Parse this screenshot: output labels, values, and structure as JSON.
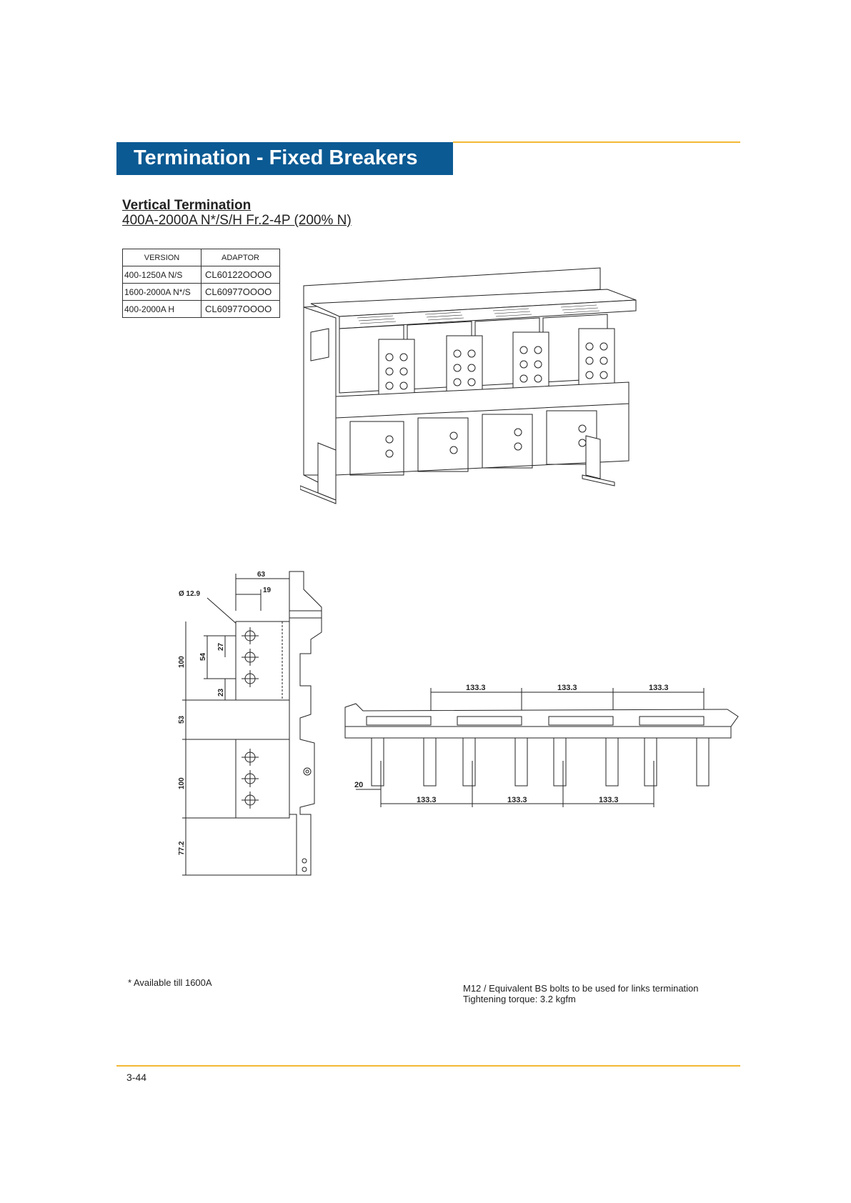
{
  "header": {
    "title": "Termination - Fixed Breakers"
  },
  "section": {
    "heading": "Vertical Termination",
    "subheading": "400A-2000A N*/S/H Fr.2-4P (200% N)"
  },
  "version_table": {
    "headers": [
      "VERSION",
      "ADAPTOR"
    ],
    "rows": [
      [
        "400-1250A N/S",
        "CL60122OOOO"
      ],
      [
        "1600-2000A N*/S",
        "CL60977OOOO"
      ],
      [
        "400-2000A H",
        "CL60977OOOO"
      ]
    ]
  },
  "side_view_dimensions": {
    "d63": "63",
    "d19": "19",
    "hole_dia": "Ø 12.9",
    "d100_top": "100",
    "d54": "54",
    "d27": "27",
    "d23": "23",
    "d53": "53",
    "d100_bottom": "100",
    "d77_2": "77.2"
  },
  "front_view_dimensions": {
    "top_pitches": [
      "133.3",
      "133.3",
      "133.3"
    ],
    "bottom_pitches": [
      "133.3",
      "133.3",
      "133.3"
    ],
    "offset": "20"
  },
  "footnote": "* Available till 1600A",
  "bolt_note": {
    "line1": "M12 / Equivalent BS bolts to be used for links termination",
    "line2": "Tightening torque: 3.2 kgfm"
  },
  "page_number": "3-44"
}
